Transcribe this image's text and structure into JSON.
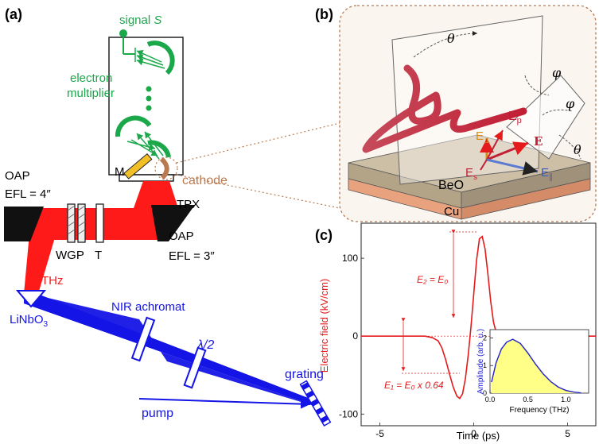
{
  "panel_a": {
    "tag": "(a)",
    "signal_prefix": "signal ",
    "signal_var": "S",
    "electron": "electron",
    "multiplier": "multiplier",
    "m": "M",
    "cathode": "cathode",
    "oap_left": "OAP",
    "efl_left": "EFL = 4″",
    "tpx": "TPX",
    "oap_right": "OAP",
    "efl_right": "EFL = 3″",
    "wgp": "WGP",
    "t": "T",
    "thz": "THz",
    "linbo3": "LiNbO",
    "linbo3_sub": "3",
    "nir": "NIR achromat",
    "halfwave": "λ/2",
    "grating": "grating",
    "pump": "pump",
    "colors": {
      "thz": "#ff0000",
      "pump": "#1414e6",
      "detector": "#1aa84a",
      "cathode": "#b97a4f"
    }
  },
  "panel_b": {
    "tag": "(b)",
    "theta": "θ",
    "phi": "φ",
    "ep": "E",
    "ep_sub": "p",
    "es": "E",
    "es_sub": "s",
    "eperp": "E",
    "eperp_sub": "⊥",
    "epar": "E",
    "epar_sub": "∥",
    "e_bold": "E",
    "beo": "BeO",
    "cu": "Cu"
  },
  "panel_c": {
    "tag": "(c)",
    "e2": "E₂ = E₀",
    "e1": "E₁ = E₀ x 0.64",
    "inset_xlabel": "Frequency (THz)",
    "inset_ylabel": "Amplitude (arb. u.)"
  },
  "chart_data": [
    {
      "type": "line",
      "xlabel": "Time (ps)",
      "ylabel": "Electric field (kV/cm)",
      "xlim": [
        -6,
        6.5
      ],
      "ylim": [
        -115,
        145
      ],
      "xticks": [
        -5,
        0,
        5
      ],
      "yticks": [
        -100,
        0,
        100
      ],
      "series": [
        {
          "color": "#e41a1c",
          "x": [
            -6,
            -4,
            -2.6,
            -2.2,
            -1.9,
            -1.7,
            -1.5,
            -1.3,
            -1.1,
            -0.9,
            -0.75,
            -0.6,
            -0.45,
            -0.3,
            -0.15,
            0,
            0.15,
            0.3,
            0.45,
            0.6,
            0.75,
            0.9,
            1.05,
            1.2,
            1.4,
            1.7,
            2.2,
            3,
            4,
            5,
            6.5
          ],
          "y": [
            0,
            0,
            0,
            -2,
            -6,
            -15,
            -30,
            -48,
            -65,
            -77,
            -80,
            -74,
            -55,
            -25,
            12,
            55,
            98,
            125,
            128,
            112,
            80,
            45,
            18,
            4,
            -3,
            -2,
            0,
            0,
            0,
            0,
            0
          ]
        }
      ]
    },
    {
      "type": "area",
      "xlabel": "Frequency (THz)",
      "ylabel": "Amplitude (arb. u.)",
      "xlim": [
        0,
        1.3
      ],
      "ylim": [
        0,
        2.3
      ],
      "xticks": [
        0.0,
        0.5,
        1.0
      ],
      "yticks": [
        0,
        1,
        2
      ],
      "series": [
        {
          "color": "#2222cc",
          "fill": "#ffff88",
          "x": [
            0.02,
            0.08,
            0.15,
            0.22,
            0.3,
            0.4,
            0.5,
            0.6,
            0.7,
            0.8,
            0.9,
            1.0,
            1.1,
            1.2
          ],
          "y": [
            0.4,
            1.1,
            1.6,
            1.85,
            1.95,
            1.8,
            1.45,
            1.05,
            0.7,
            0.42,
            0.22,
            0.1,
            0.04,
            0.01
          ]
        }
      ]
    }
  ]
}
